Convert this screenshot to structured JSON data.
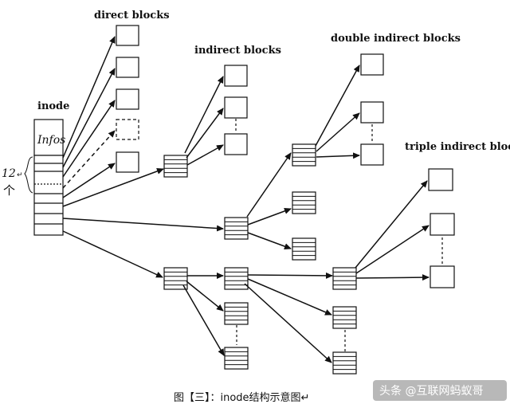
{
  "labels": {
    "direct": "direct blocks",
    "indirect": "indirect blocks",
    "double": "double indirect blocks",
    "triple": "triple indirect blocks",
    "inode": "inode",
    "infos": "Infos",
    "count": "12",
    "count_unit": "个",
    "count_mark": "↵"
  },
  "caption": "图【三】：inode结构示意图↵",
  "watermark": "头条 @互联网蚂蚁哥",
  "colors": {
    "ink": "#111111",
    "background": "#ffffff"
  }
}
